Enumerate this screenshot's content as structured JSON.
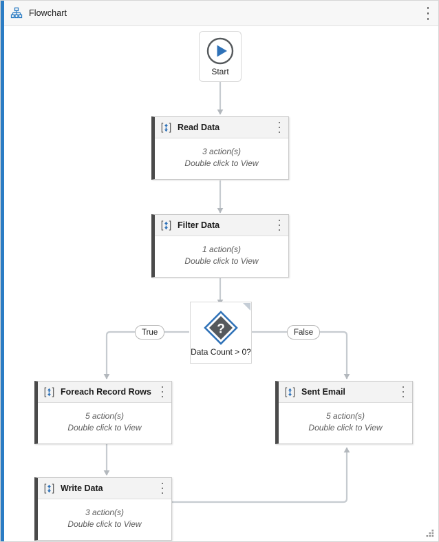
{
  "window": {
    "title": "Flowchart",
    "title_icon": "org-chart-icon",
    "menu_icon": "kebab-menu-icon",
    "accent_color": "#2b7cc4",
    "resize_grip_icon": "resize-grip-icon"
  },
  "canvas": {
    "start": {
      "label": "Start",
      "icon": "play-circle-icon"
    },
    "nodes": [
      {
        "title": "Read Data",
        "icon": "read-data-icon",
        "actions_text": "3 action(s)",
        "hint_text": "Double click to View",
        "menu_icon": "kebab-menu-icon"
      },
      {
        "title": "Filter Data",
        "icon": "filter-data-icon",
        "actions_text": "1 action(s)",
        "hint_text": "Double click to View",
        "menu_icon": "kebab-menu-icon"
      },
      {
        "title": "Foreach Record Rows",
        "icon": "foreach-record-rows-icon",
        "actions_text": "5 action(s)",
        "hint_text": "Double click to View",
        "menu_icon": "kebab-menu-icon"
      },
      {
        "title": "Sent Email",
        "icon": "sent-email-icon",
        "actions_text": "5 action(s)",
        "hint_text": "Double click to View",
        "menu_icon": "kebab-menu-icon"
      },
      {
        "title": "Write Data",
        "icon": "write-data-icon",
        "actions_text": "3 action(s)",
        "hint_text": "Double click to View",
        "menu_icon": "kebab-menu-icon"
      }
    ],
    "decision": {
      "label": "Data Count > 0?",
      "icon": "question-diamond-icon",
      "corner_icon": "corner-expand-icon"
    },
    "edge_labels": {
      "true": "True",
      "false": "False"
    }
  },
  "colors": {
    "accent_blue": "#2b7cc4",
    "node_bar": "#4a4a4a",
    "edge_gray": "#bfc4c9",
    "header_fill": "#f3f3f3",
    "diamond_blue": "#2f72b8",
    "diamond_gray": "#55595c"
  }
}
